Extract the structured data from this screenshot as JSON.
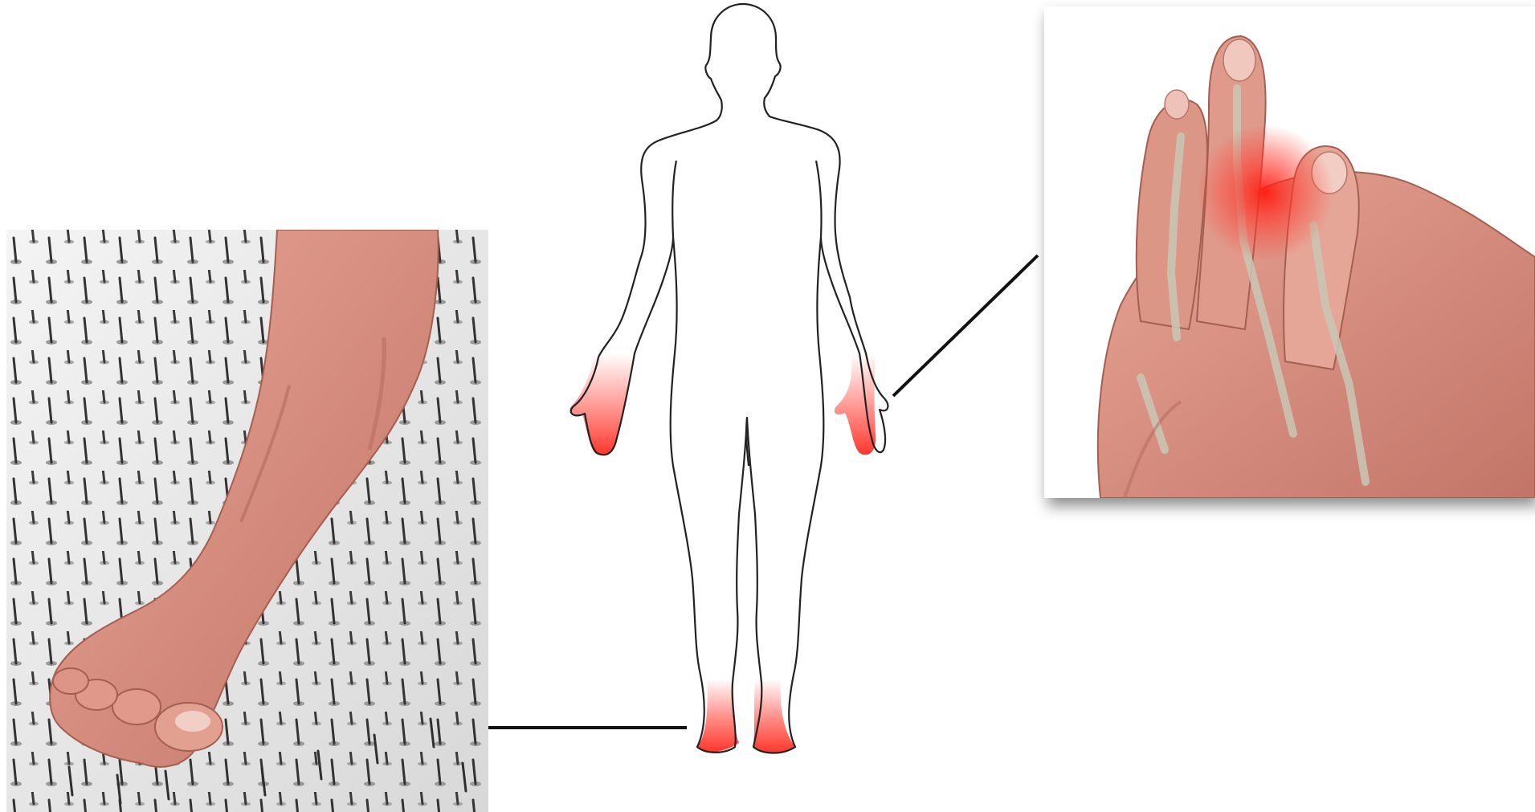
{
  "colors": {
    "background": "#ffffff",
    "outline": "#222222",
    "connector": "#111111",
    "highlight": "#ff3b30",
    "skin": "#d9897a",
    "skin_shadow": "#b86a5e",
    "nail_bed": "#8c8c8c",
    "nail_mat": "#eeeeee"
  },
  "regions": {
    "highlighted": [
      "hands",
      "feet"
    ]
  },
  "panels": {
    "foot": {
      "icon": "foot-on-nails-photo"
    },
    "hand": {
      "icon": "painful-hand-joints-photo"
    }
  }
}
